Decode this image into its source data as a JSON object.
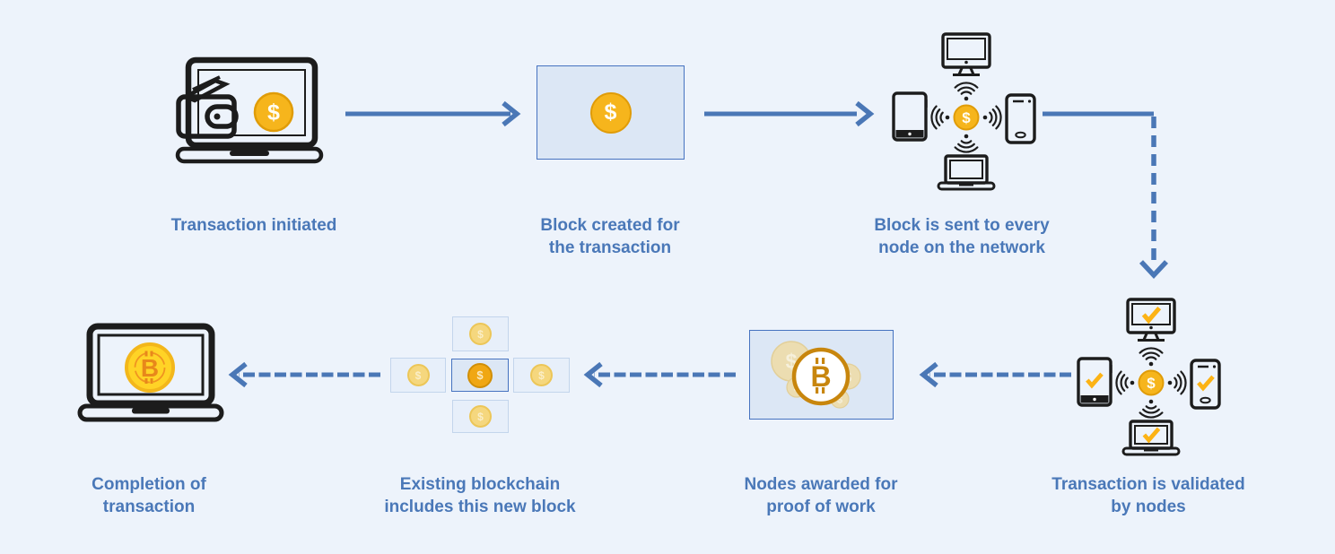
{
  "colors": {
    "background": "#edf3fb",
    "arrow_blue": "#4a77b6",
    "label_blue": "#4a78b8",
    "block_fill": "#dce7f5",
    "block_border": "#4673c0",
    "chain_fill": "#e7effa",
    "chain_border": "#c3d5ec",
    "coin_gold": "#f6b51c",
    "coin_edge": "#e09c08",
    "pale_coin": "#eeddaa",
    "pale_coin_edge": "#e3cd90",
    "bitcoin_gold": "#c8860d",
    "check_yellow": "#fcb315",
    "device_ink": "#1c1c1c",
    "bright_coin": "#ffd326",
    "bright_coin_edge": "#f3b71b",
    "bitcoin_orange": "#e8881b"
  },
  "glyphs": {
    "dollar": "$",
    "bitcoin": "B"
  },
  "steps": [
    {
      "id": "transaction-initiated",
      "label": "Transaction initiated"
    },
    {
      "id": "block-created",
      "label": "Block created for\nthe transaction"
    },
    {
      "id": "block-sent",
      "label": "Block is sent to every\nnode on the network"
    },
    {
      "id": "transaction-validated",
      "label": "Transaction is validated\nby nodes"
    },
    {
      "id": "nodes-awarded",
      "label": "Nodes awarded for\nproof of work"
    },
    {
      "id": "existing-blockchain",
      "label": "Existing blockchain\nincludes this new block"
    },
    {
      "id": "completion",
      "label": "Completion of\ntransaction"
    }
  ]
}
